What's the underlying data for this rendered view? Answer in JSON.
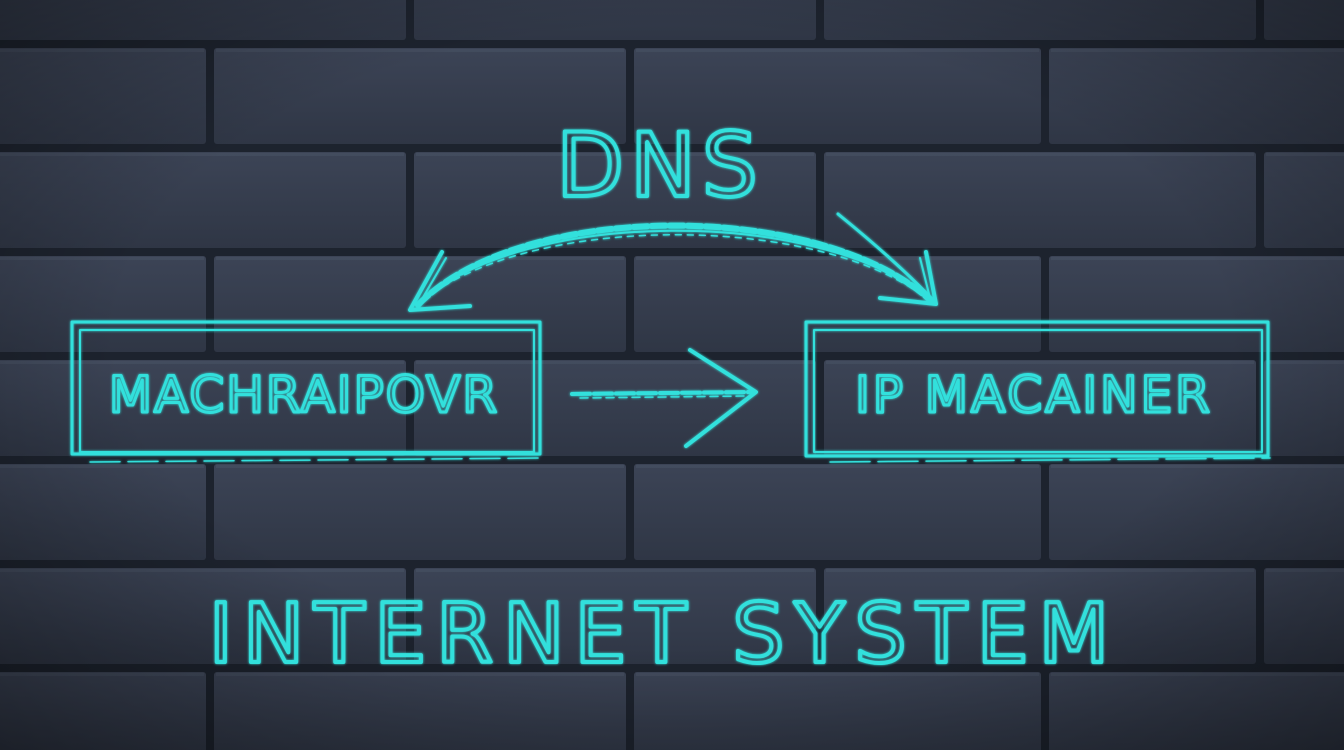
{
  "diagram": {
    "title": "DNS",
    "left_box": {
      "label": "MACHRAIPOVR"
    },
    "right_box": {
      "label": "IP MACAINER"
    },
    "footer": "INTERNET SYSTEM"
  },
  "colors": {
    "chalk": "#33e0dc",
    "wall": "#2b3242",
    "brick": "#343b4c",
    "brick_light": "#3a4254",
    "mortar": "#1c222d"
  },
  "icons": {
    "arrow_between_boxes": "right-arrow-icon",
    "arc_to_left": "curved-arrow-left-icon",
    "arc_to_right": "curved-arrow-right-icon"
  }
}
